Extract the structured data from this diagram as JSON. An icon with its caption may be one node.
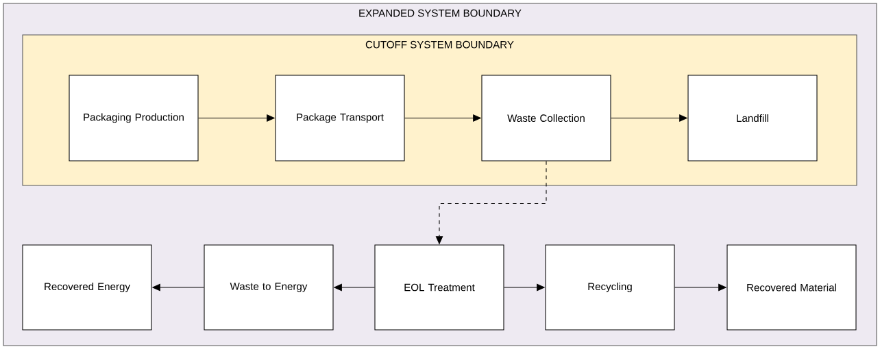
{
  "diagram": {
    "nodes": [
      {
        "text": [
          "EXPANDED SYSTEM BOUNDARY"
        ]
      },
      {
        "text": [
          "CUTOFF SYSTEM BOUNDARY"
        ],
        "in": 0
      },
      {
        "text": [
          "Packaging Production"
        ],
        "in": 1
      },
      {
        "text": [
          "Package Transport"
        ],
        "in": 1
      },
      {
        "text": [
          "Waste Collection"
        ],
        "in": 1
      },
      {
        "text": [
          "Landfill"
        ],
        "in": 1
      },
      {
        "text": [
          "Recovered Energy"
        ],
        "in": 0
      },
      {
        "text": [
          "Waste to Energy"
        ],
        "in": 0
      },
      {
        "text": [
          "EOL Treatment"
        ],
        "in": 0
      },
      {
        "text": [
          "Recycling"
        ],
        "in": 0
      },
      {
        "text": [
          "Recovered Material"
        ],
        "in": 0
      }
    ],
    "edges": [
      {
        "from": 2,
        "to": 3,
        "arrow": "to"
      },
      {
        "from": 3,
        "to": 4,
        "arrow": "to"
      },
      {
        "from": 4,
        "to": 5,
        "arrow": "to"
      },
      {
        "from": 4,
        "to": 8,
        "arrow": "to",
        "style": "dashed"
      },
      {
        "from": 8,
        "to": 7,
        "arrow": "to"
      },
      {
        "from": 7,
        "to": 6,
        "arrow": "to"
      },
      {
        "from": 8,
        "to": 9,
        "arrow": "to"
      },
      {
        "from": 9,
        "to": 10,
        "arrow": "to"
      }
    ]
  }
}
